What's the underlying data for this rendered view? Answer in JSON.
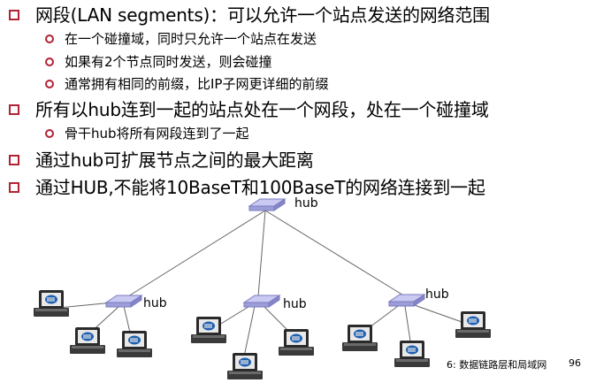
{
  "bullets": [
    {
      "text": "网段(LAN segments)：可以允许一个站点发送的网络范围",
      "subs": [
        "在一个碰撞域，同时只允许一个站点在发送",
        "如果有2个节点同时发送，则会碰撞",
        "通常拥有相同的前缀，比IP子网更详细的前缀"
      ]
    },
    {
      "text": "所有以hub连到一起的站点处在一个网段，处在一个碰撞域",
      "subs": [
        "骨干hub将所有网段连到了一起"
      ]
    },
    {
      "text": "通过hub可扩展节点之间的最大距离",
      "subs": []
    },
    {
      "text": "通过HUB,不能将10BaseT和100BaseT的网络连接到一起",
      "subs": []
    }
  ],
  "diagram": {
    "backbone_label": "hub",
    "hub_labels": [
      "hub",
      "hub",
      "hub"
    ]
  },
  "colors": {
    "bullet": "#b22234",
    "hub_fill": "#b9b9ea",
    "hub_stroke": "#6b6bb0",
    "link": "#666666"
  },
  "footer": {
    "chapter": "6: 数据链路层和局域网",
    "page": "96"
  }
}
